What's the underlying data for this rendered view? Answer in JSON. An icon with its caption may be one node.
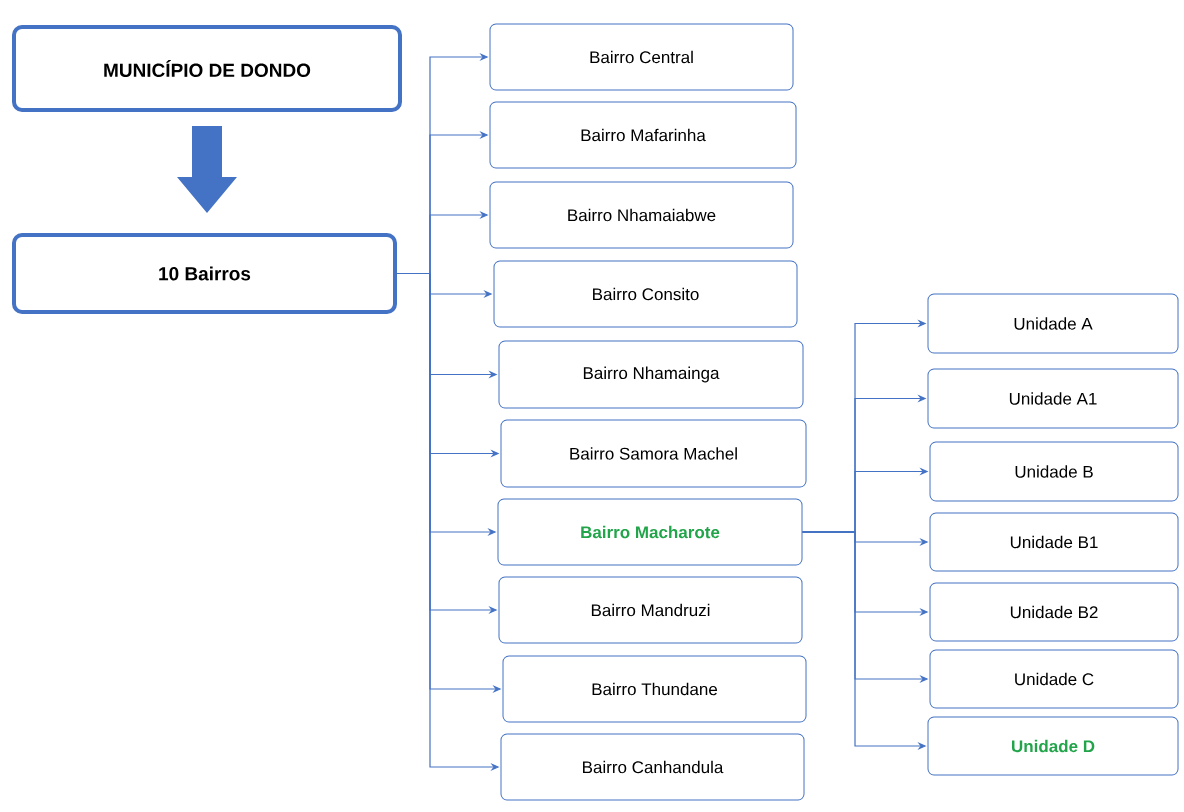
{
  "diagram": {
    "nodes": [
      {
        "text": [
          "MUNICÍPIO DE DONDO"
        ]
      },
      {
        "text": [
          "10 Bairros"
        ]
      },
      {
        "text": [
          "Bairro Central"
        ]
      },
      {
        "text": [
          "Bairro Mafarinha"
        ]
      },
      {
        "text": [
          "Bairro Nhamaiabwe"
        ]
      },
      {
        "text": [
          "Bairro Consito"
        ]
      },
      {
        "text": [
          "Bairro Nhamainga"
        ]
      },
      {
        "text": [
          "Bairro Samora Machel"
        ]
      },
      {
        "text": [
          "Bairro Macharote"
        ]
      },
      {
        "text": [
          "Bairro Mandruzi"
        ]
      },
      {
        "text": [
          "Bairro Thundane"
        ]
      },
      {
        "text": [
          "Bairro Canhandula"
        ]
      },
      {
        "text": [
          "Unidade A"
        ]
      },
      {
        "text": [
          "Unidade A1"
        ]
      },
      {
        "text": [
          "Unidade B"
        ]
      },
      {
        "text": [
          "Unidade B1"
        ]
      },
      {
        "text": [
          "Unidade B2"
        ]
      },
      {
        "text": [
          "Unidade C"
        ]
      },
      {
        "text": [
          "Unidade D"
        ]
      }
    ],
    "edges": [
      {
        "from": 0,
        "to": 1,
        "arrow": "to",
        "style": "thick"
      },
      {
        "from": 1,
        "to": 2,
        "arrow": "to"
      },
      {
        "from": 1,
        "to": 3,
        "arrow": "to"
      },
      {
        "from": 1,
        "to": 4,
        "arrow": "to"
      },
      {
        "from": 1,
        "to": 5,
        "arrow": "to"
      },
      {
        "from": 1,
        "to": 6,
        "arrow": "to"
      },
      {
        "from": 1,
        "to": 7,
        "arrow": "to"
      },
      {
        "from": 1,
        "to": 8,
        "arrow": "to"
      },
      {
        "from": 1,
        "to": 9,
        "arrow": "to"
      },
      {
        "from": 1,
        "to": 10,
        "arrow": "to"
      },
      {
        "from": 1,
        "to": 11,
        "arrow": "to"
      },
      {
        "from": 8,
        "to": 12,
        "arrow": "to"
      },
      {
        "from": 8,
        "to": 13,
        "arrow": "to"
      },
      {
        "from": 8,
        "to": 14,
        "arrow": "to"
      },
      {
        "from": 8,
        "to": 15,
        "arrow": "to"
      },
      {
        "from": 8,
        "to": 16,
        "arrow": "to"
      },
      {
        "from": 8,
        "to": 17,
        "arrow": "to"
      },
      {
        "from": 8,
        "to": 18,
        "arrow": "to"
      }
    ]
  }
}
